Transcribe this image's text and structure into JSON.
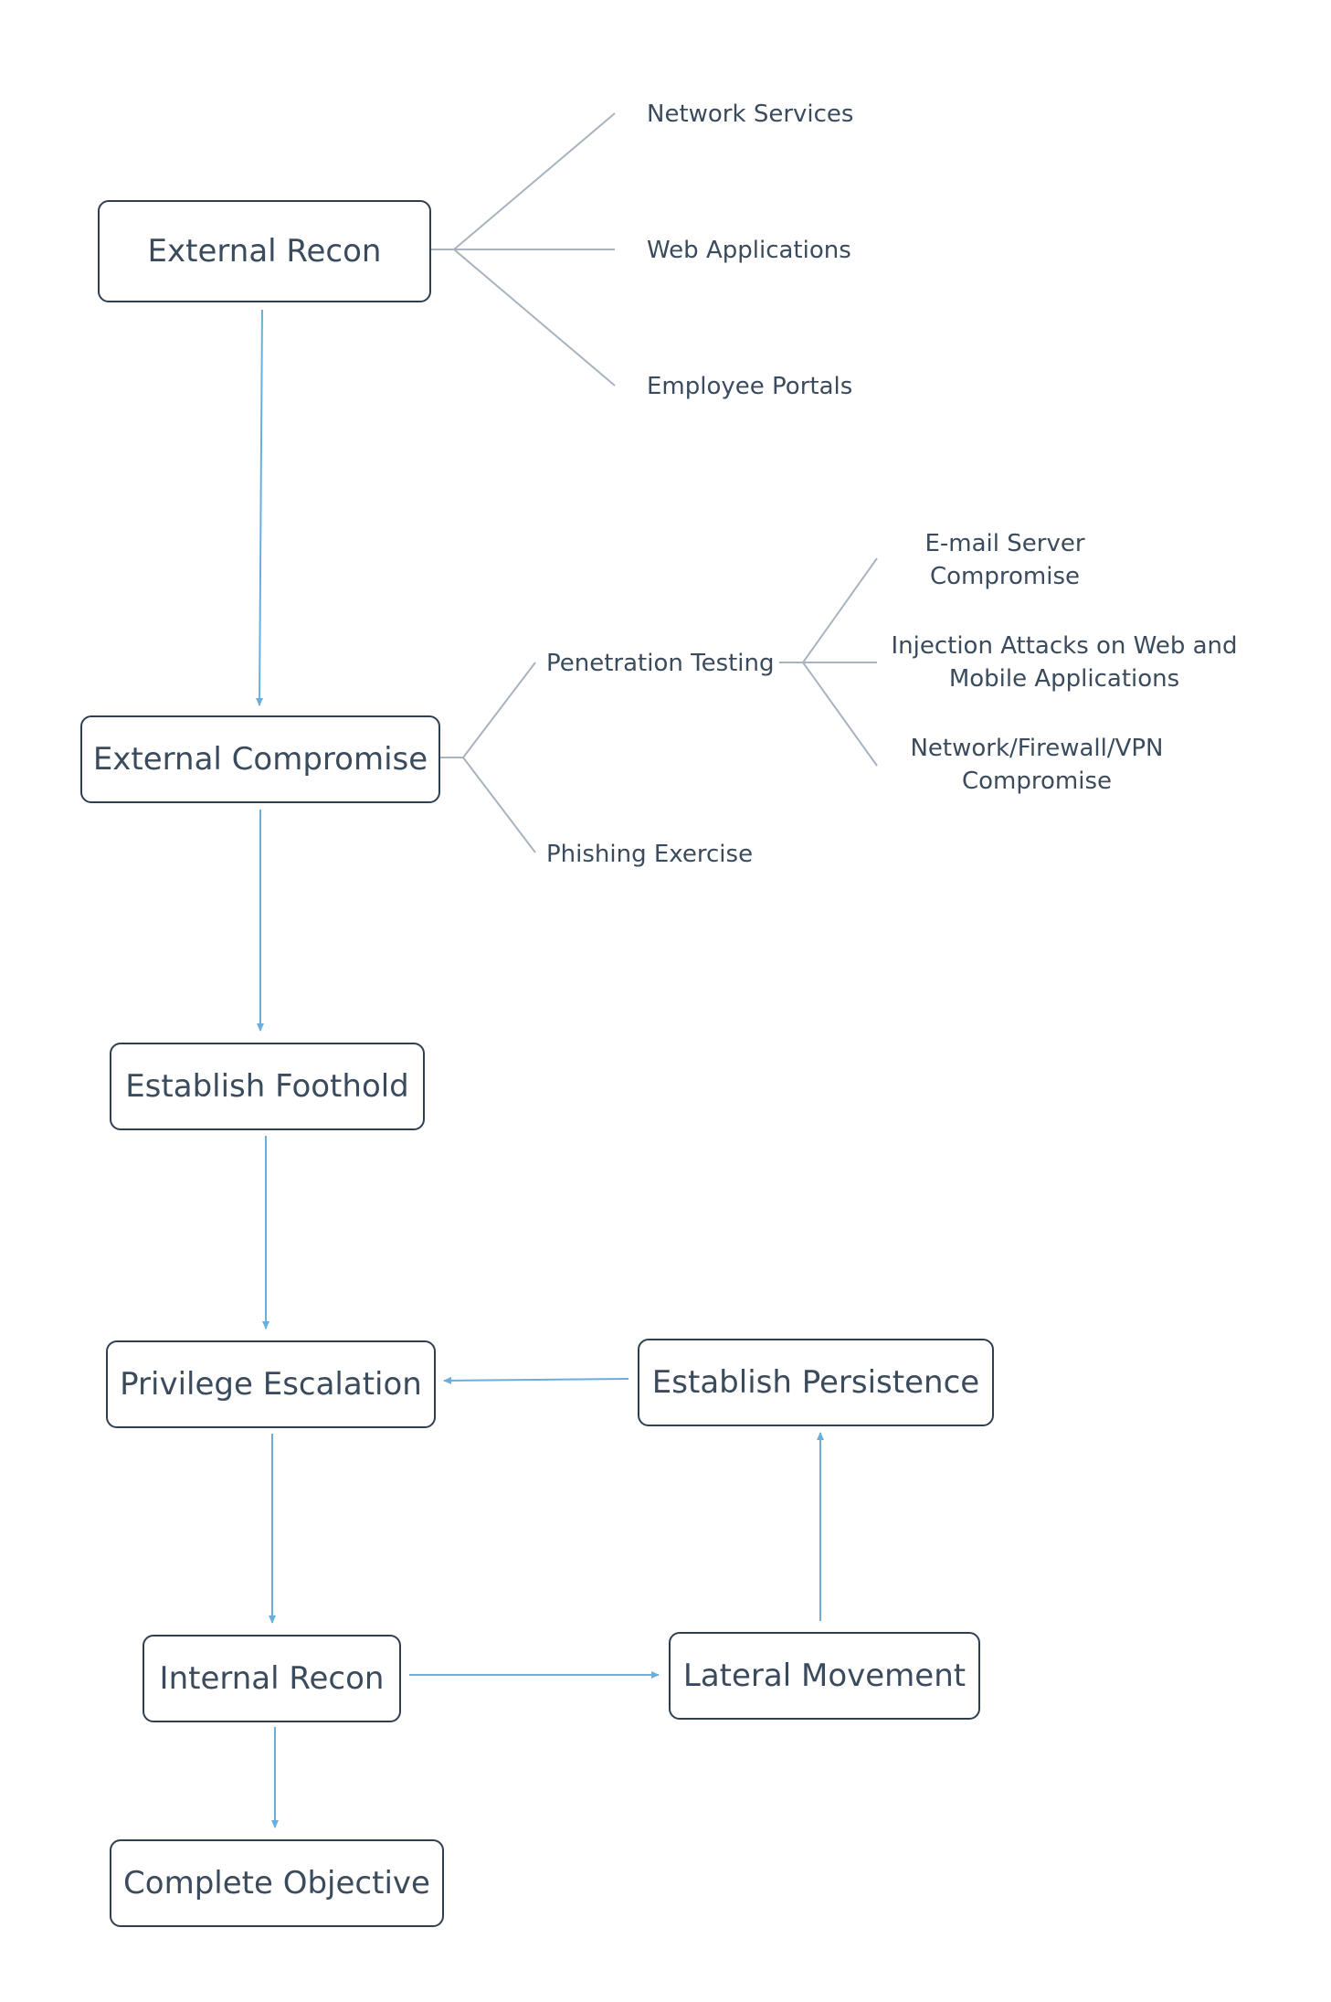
{
  "stages": {
    "external_recon": "External Recon",
    "external_compromise": "External Compromise",
    "establish_foothold": "Establish Foothold",
    "privilege_escalation": "Privilege Escalation",
    "establish_persistence": "Establish Persistence",
    "internal_recon": "Internal Recon",
    "lateral_movement": "Lateral Movement",
    "complete_objective": "Complete Objective"
  },
  "recon_targets": [
    "Network Services",
    "Web Applications",
    "Employee Portals"
  ],
  "compromise_methods": {
    "penetration_testing": "Penetration Testing",
    "phishing_exercise": "Phishing Exercise"
  },
  "pentest_techniques": [
    [
      "E-mail Server",
      "Compromise"
    ],
    [
      "Injection Attacks on Web and",
      "Mobile Applications"
    ],
    [
      "Network/Firewall/VPN",
      "Compromise"
    ]
  ],
  "colors": {
    "arrow": "#6aaedc",
    "branch": "#a9b3bf",
    "node_border": "#2f3f52",
    "text": "#3b4b5e"
  }
}
